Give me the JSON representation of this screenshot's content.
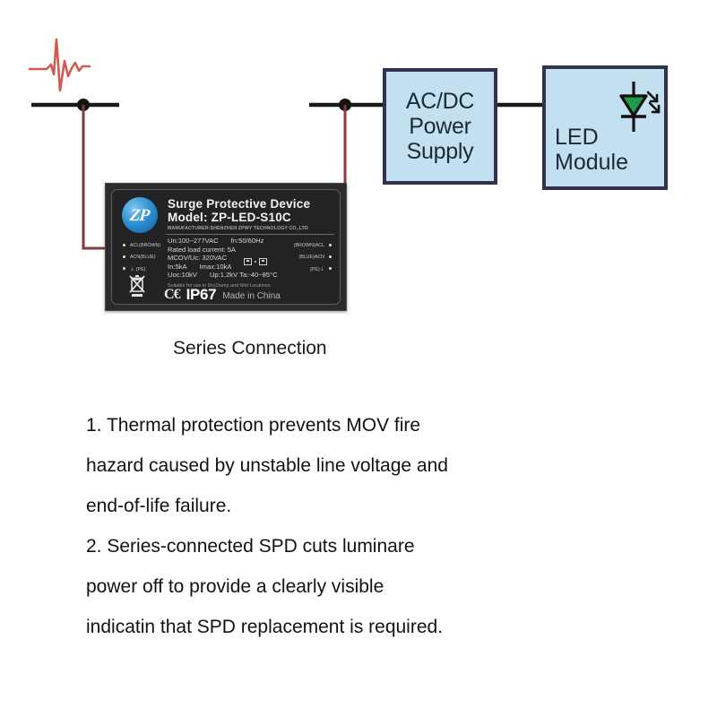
{
  "diagram": {
    "caption": "Series Connection",
    "blocks": [
      {
        "id": "acdc",
        "line1": "AC/DC",
        "line2": "Power",
        "line3": "Supply"
      },
      {
        "id": "led",
        "line1": "LED",
        "line2": "Module",
        "symbol": "led-diode-icon"
      }
    ],
    "surge_waveform": {
      "name": "surge-waveform-icon",
      "color": "#cf5b52"
    },
    "wire_colors": {
      "mains": "#1a1a1a",
      "spd_branch": "#8a3a3d"
    },
    "junctions": 2
  },
  "spd_label": {
    "brand": "ZP",
    "title": "Surge Protective Device",
    "model": "Model: ZP-LED-S10C",
    "manufacturer": "MANUFACTURER:SHENZHEN ZPWY TECHNOLOGY CO.,LTD",
    "specs": [
      {
        "left": "Un:100~277VAC",
        "right": "fn:50/60Hz"
      },
      {
        "left": "Rated load current: 5A",
        "right": ""
      },
      {
        "left": "MCOV/Uc:  320VAC",
        "right": ""
      },
      {
        "left": "In:5kA",
        "right": "Imax:10kA"
      },
      {
        "left": "Uoc:10kV",
        "right": "Up:1.2kV   Ta:-40~85°C"
      }
    ],
    "locations": "Suitable for use in Dry,Damp and Wet Locations",
    "terminals_left": [
      "ACL(BROWN)",
      "ACN(BLUE)",
      "⏚ (PE)"
    ],
    "terminals_right": [
      "(BROWN)ACL",
      "(BLUE)ACN",
      "(PE)⏚"
    ],
    "ce_mark": "C€",
    "ip_rating": "IP67",
    "made_in": "Made in China",
    "weee_icon": "crossed-out-wheelie-bin-icon",
    "body_color": "#2b2b2d"
  },
  "notes": {
    "item1": [
      "1. Thermal protection prevents MOV fire",
      "hazard caused by unstable line voltage and",
      "end-of-life failure."
    ],
    "item2": [
      "2. Series-connected SPD cuts luminare",
      "power off  to provide a clearly visible",
      "indicatin that SPD replacement is required."
    ]
  }
}
